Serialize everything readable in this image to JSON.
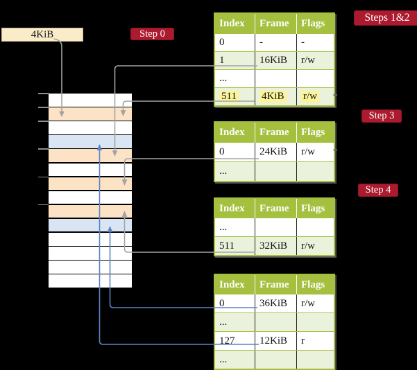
{
  "colors": {
    "background": "#000000",
    "table_header_green": "#A4C03E",
    "table_row_green": "#EBF2DC",
    "row_peach": "#FCE3C6",
    "row_blue": "#D9E5F2",
    "wheat_box": "#FAECC8",
    "badge_red": "#AC1A2F",
    "gray_arrow": "#A3A3A3",
    "blue_arrow": "#5B82C2",
    "highlight_yellow": "#FBF49B"
  },
  "page_size_box": {
    "label": "4KiB"
  },
  "badges": {
    "step0": "Step 0",
    "steps12": "Steps 1&2",
    "step3": "Step 3",
    "step4": "Step 4"
  },
  "memory_stack": {
    "rows": [
      "white",
      "peach",
      "white",
      "blue",
      "peach",
      "white",
      "peach",
      "white",
      "peach",
      "blue",
      "white",
      "white",
      "white",
      "white"
    ]
  },
  "page_tables": [
    {
      "id": "page-table-1",
      "headers": [
        "Index",
        "Frame",
        "Flags"
      ],
      "rows": [
        {
          "cells": [
            "0",
            "-",
            "-"
          ],
          "shaded": false,
          "highlighted": false
        },
        {
          "cells": [
            "1",
            "16KiB",
            "r/w"
          ],
          "shaded": true,
          "highlighted": false
        },
        {
          "cells": [
            "...",
            "",
            ""
          ],
          "shaded": false,
          "highlighted": false
        },
        {
          "cells": [
            "511",
            "4KiB",
            "r/w"
          ],
          "shaded": true,
          "highlighted": true
        }
      ]
    },
    {
      "id": "page-table-2",
      "headers": [
        "Index",
        "Frame",
        "Flags"
      ],
      "rows": [
        {
          "cells": [
            "0",
            "24KiB",
            "r/w"
          ],
          "shaded": false,
          "highlighted": false
        },
        {
          "cells": [
            "...",
            "",
            ""
          ],
          "shaded": true,
          "highlighted": false
        }
      ]
    },
    {
      "id": "page-table-3",
      "headers": [
        "Index",
        "Frame",
        "Flags"
      ],
      "rows": [
        {
          "cells": [
            "...",
            "",
            ""
          ],
          "shaded": false,
          "highlighted": false
        },
        {
          "cells": [
            "511",
            "32KiB",
            "r/w"
          ],
          "shaded": true,
          "highlighted": false
        }
      ]
    },
    {
      "id": "page-table-4",
      "headers": [
        "Index",
        "Frame",
        "Flags"
      ],
      "rows": [
        {
          "cells": [
            "0",
            "36KiB",
            "r/w"
          ],
          "shaded": false,
          "highlighted": false
        },
        {
          "cells": [
            "...",
            "",
            ""
          ],
          "shaded": true,
          "highlighted": false
        },
        {
          "cells": [
            "127",
            "12KiB",
            "r"
          ],
          "shaded": false,
          "highlighted": false
        },
        {
          "cells": [
            "...",
            "",
            ""
          ],
          "shaded": true,
          "highlighted": false
        }
      ]
    }
  ]
}
